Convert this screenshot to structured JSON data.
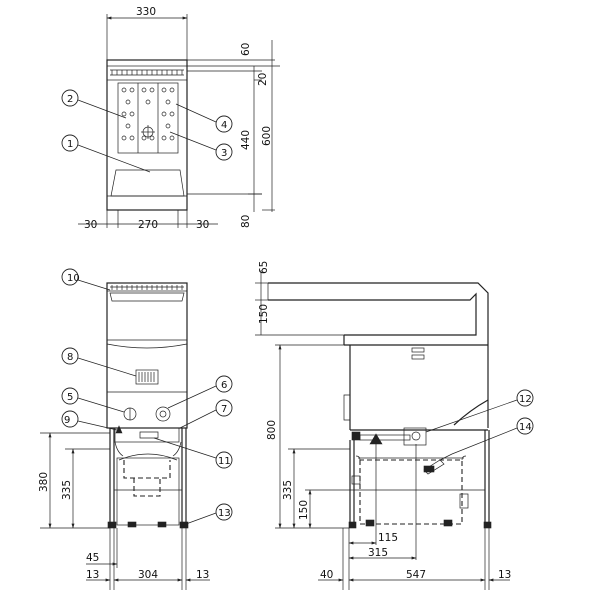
{
  "top_view": {
    "dims": {
      "overall_width": "330",
      "left_margin": "30",
      "center": "270",
      "right_margin": "30",
      "top_rear": "60",
      "rear_strip": "20",
      "overall_depth": "600",
      "basket_depth": "440",
      "front": "80"
    },
    "callouts": [
      "1",
      "2",
      "3",
      "4"
    ]
  },
  "front_view": {
    "dims": {
      "height_total": "380",
      "height_counter": "335",
      "foot_offset": "45",
      "left_foot": "13",
      "inner_width": "304",
      "right_foot": "13"
    },
    "callouts": [
      "5",
      "6",
      "7",
      "8",
      "9",
      "10",
      "11",
      "13"
    ]
  },
  "side_view": {
    "dims": {
      "top": "65",
      "rail": "150",
      "body_height": "800",
      "counter_height": "335",
      "drain_height": "150",
      "drain_offset": "115",
      "pipe_offset": "315",
      "back_offset": "40",
      "depth": "547",
      "foot": "13"
    },
    "callouts": [
      "12",
      "14"
    ]
  }
}
